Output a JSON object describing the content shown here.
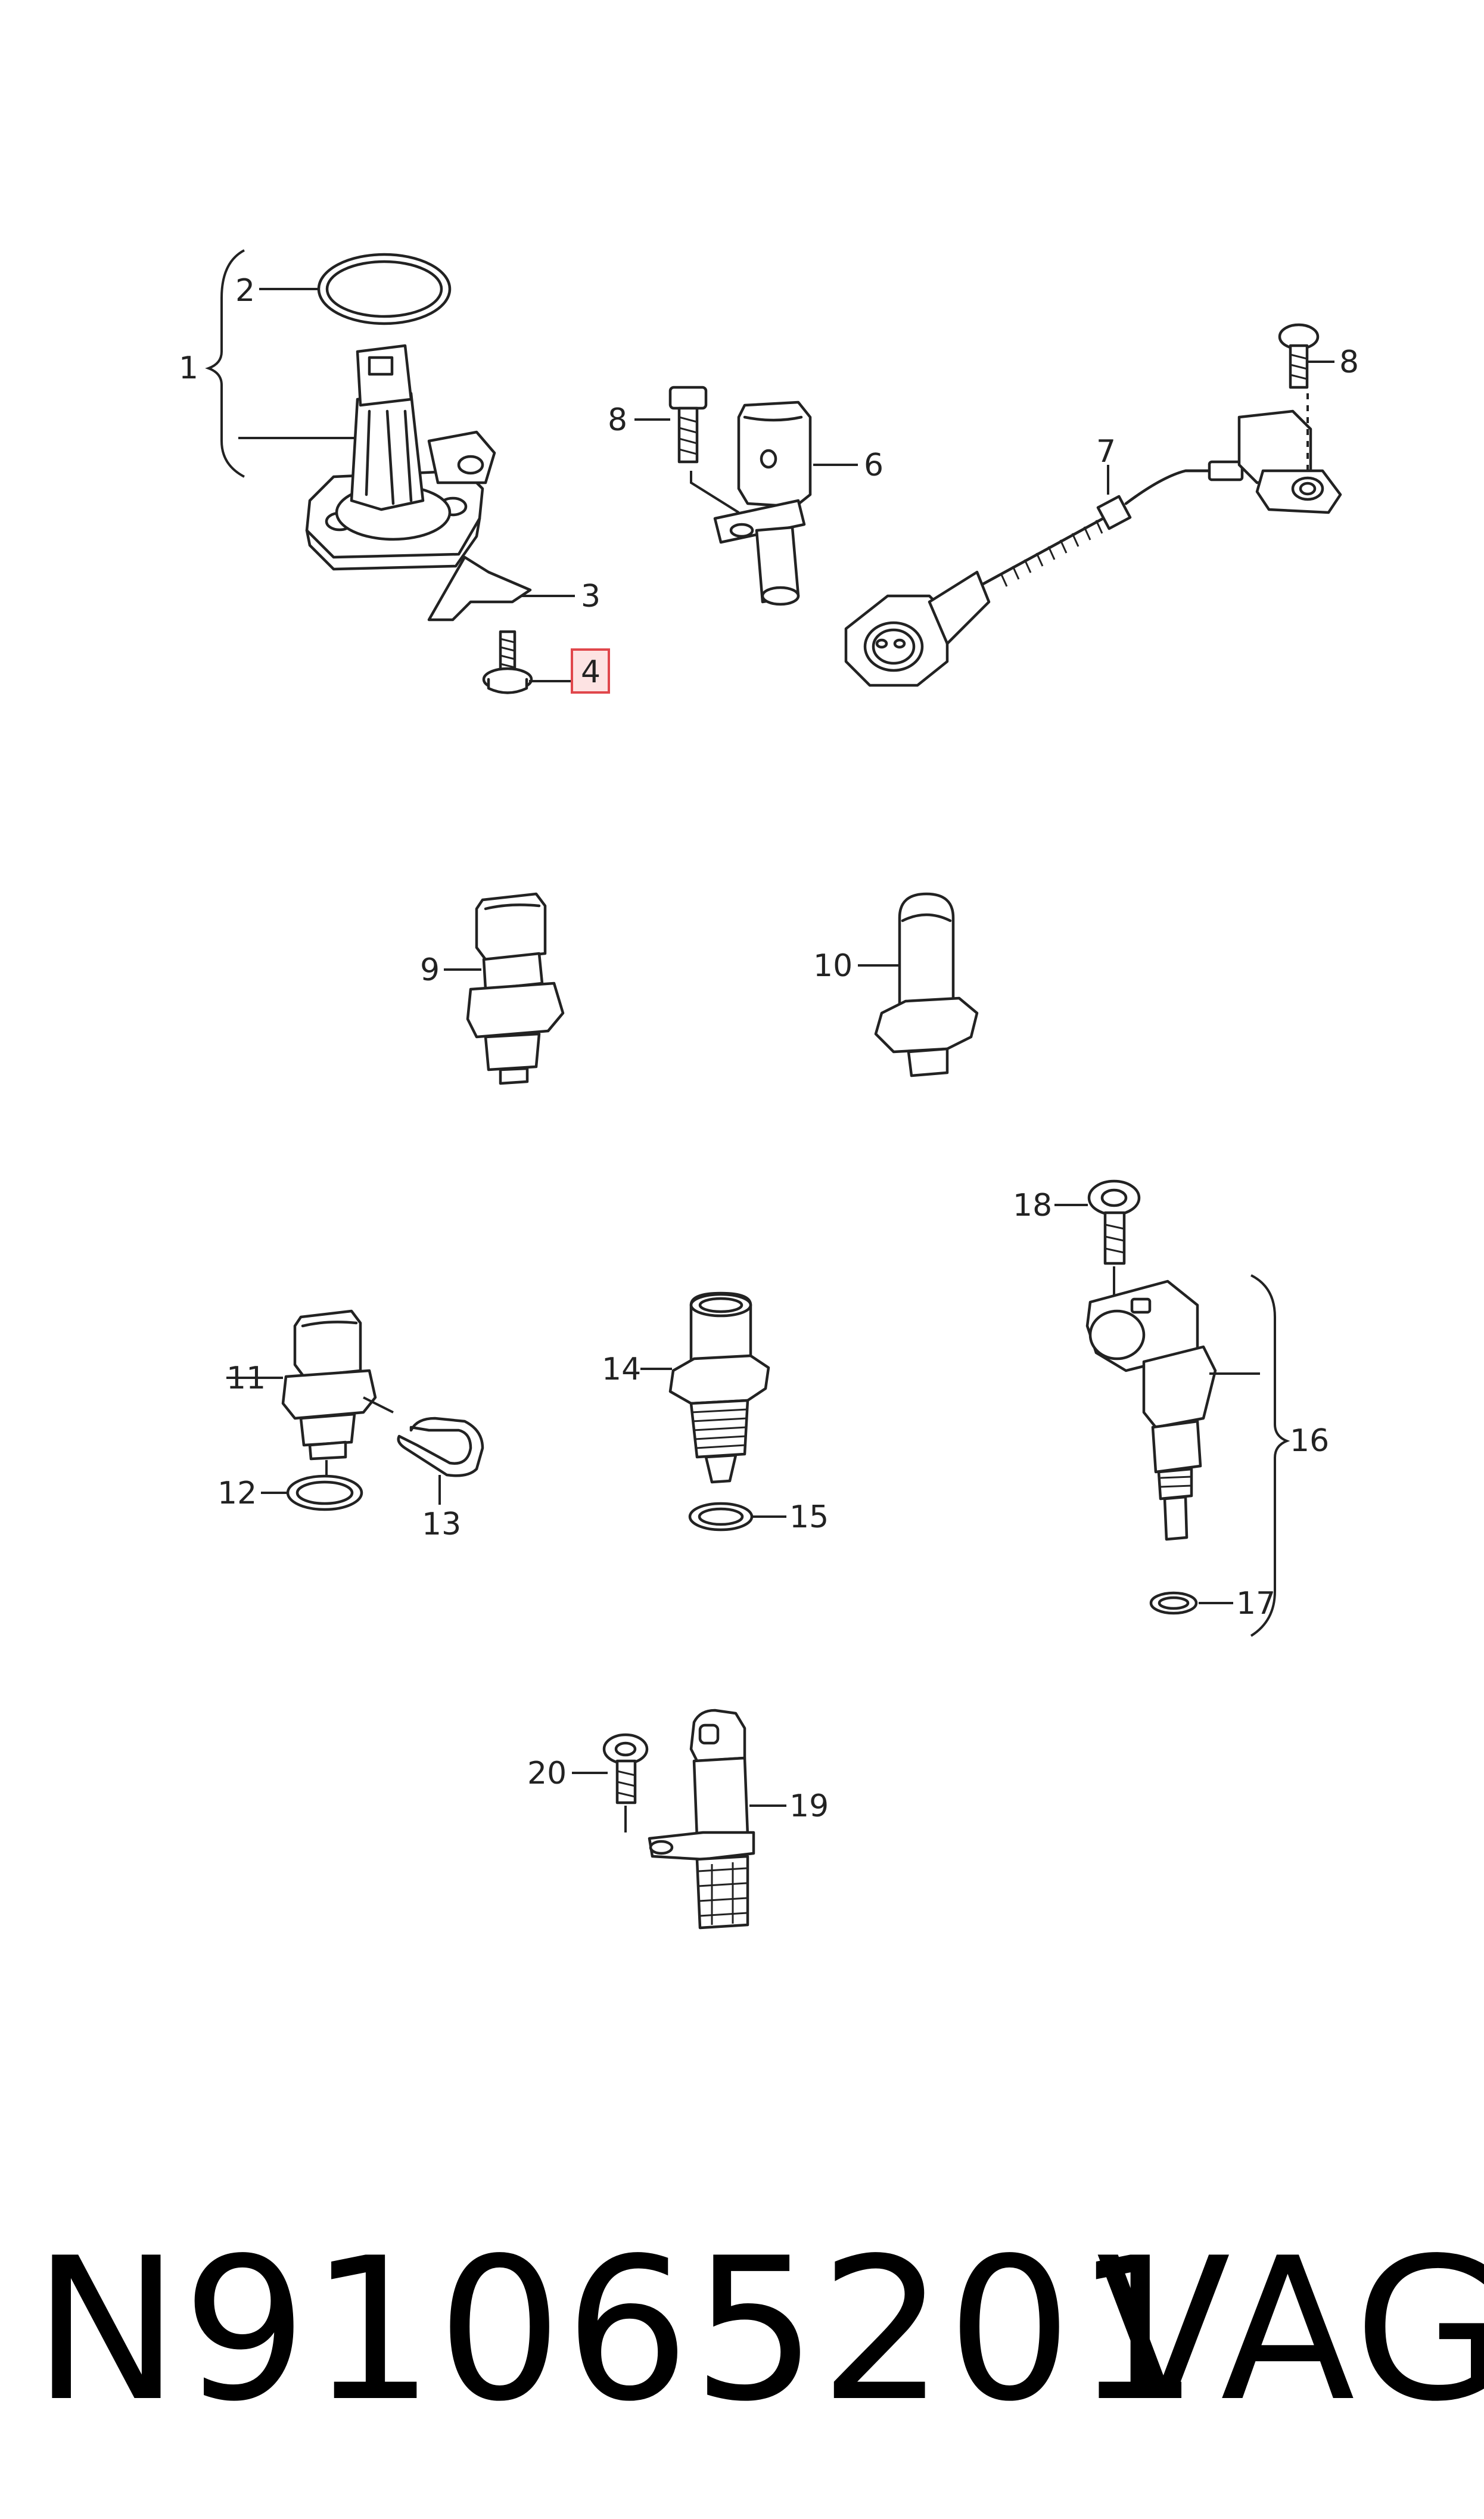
{
  "callouts": {
    "c1": "1",
    "c2": "2",
    "c3": "3",
    "c4": "4",
    "c6": "6",
    "c7": "7",
    "c8a": "8",
    "c8b": "8",
    "c9": "9",
    "c10": "10",
    "c11": "11",
    "c12": "12",
    "c13": "13",
    "c14": "14",
    "c15": "15",
    "c16": "16",
    "c17": "17",
    "c18": "18",
    "c19": "19",
    "c20": "20"
  },
  "highlighted_callout": "4",
  "highlight_color": "#e0474c",
  "highlight_fill": "#fde3e3",
  "footer": {
    "part_number": "N91065201",
    "brand": "VAG"
  }
}
